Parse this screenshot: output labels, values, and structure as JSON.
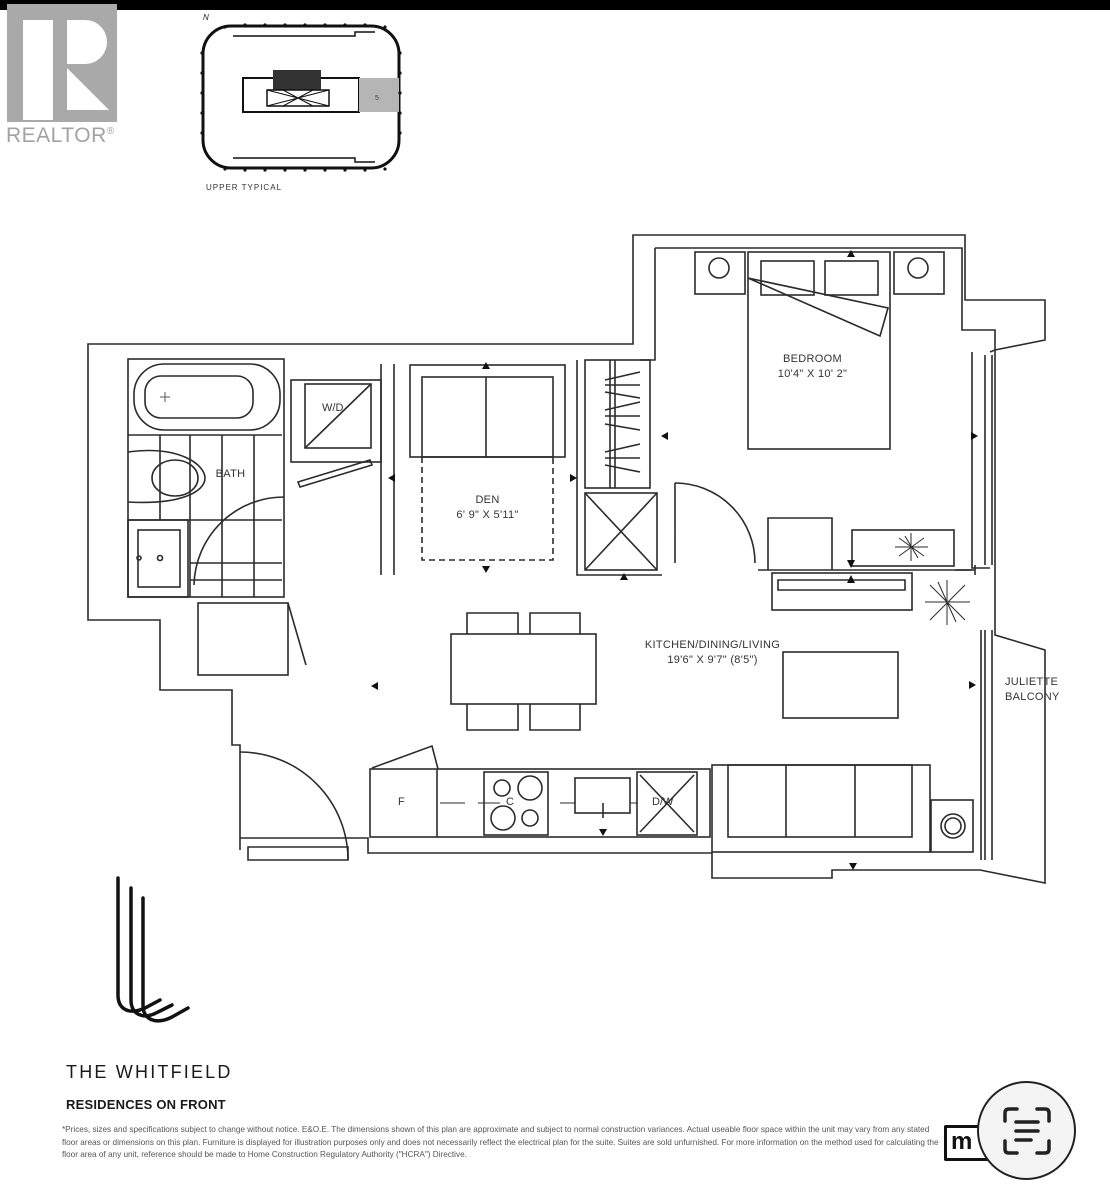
{
  "header": {
    "realtor_logo_text": "REALTOR",
    "realtor_mark": "®"
  },
  "keyplan": {
    "north_label": "N",
    "unit_marker": "5",
    "label": "UPPER TYPICAL"
  },
  "floorplan": {
    "rooms": [
      {
        "name": "BEDROOM",
        "dimensions": "10'4\" X 10' 2\""
      },
      {
        "name": "DEN",
        "dimensions": "6' 9\" X 5'11\""
      },
      {
        "name": "BATH",
        "dimensions": ""
      },
      {
        "name": "KITCHEN/DINING/LIVING",
        "dimensions": "19'6\" X 9'7\" (8'5\")"
      },
      {
        "name": "JULIETTE",
        "dimensions": "BALCONY"
      }
    ],
    "fixtures": {
      "washer_dryer": "W/D",
      "fridge": "F",
      "cooktop": "C",
      "dishwasher": "D/W"
    }
  },
  "branding": {
    "title": "THE WHITFIELD",
    "subtitle": "RESIDENCES ON FRONT"
  },
  "footer": {
    "disclaimer": "*Prices, sizes and specifications subject to change without notice. E&O.E. The dimensions shown of this plan are approximate and subject to normal construction variances. Actual useable floor space within the unit may vary from any stated floor areas or dimensions on this plan. Furniture is displayed for illustration purposes only and does not necessarily reflect the electrical plan for the suite. Suites are sold unfurnished. For more information on the method used for calculating the floor area of any unit, reference should be made to Home Construction Regulatory Authority (\"HCRA\") Directive.",
    "partner_logo_text": "m",
    "scan_button_icon": "text-scan-icon"
  },
  "colors": {
    "line": "#2b2b2b",
    "realtor_gray": "#a9a9a9",
    "keyplan_highlight": "#b5b5b5"
  }
}
